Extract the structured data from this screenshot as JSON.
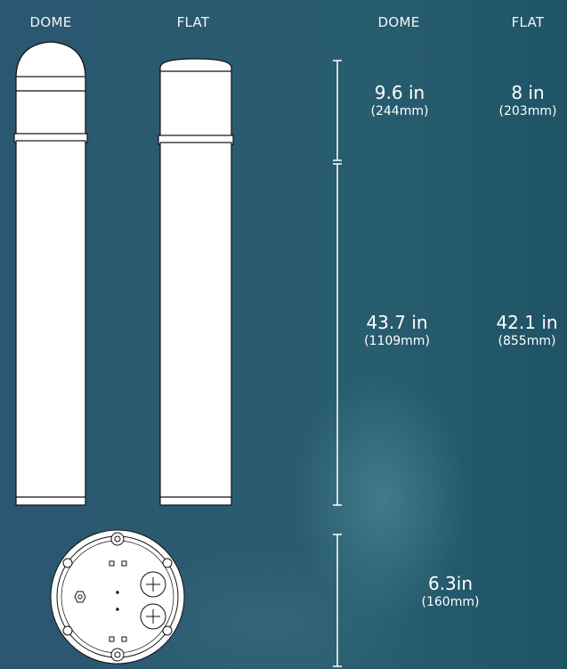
{
  "headers": {
    "left_dome": "DOME",
    "left_flat": "FLAT",
    "right_dome": "DOME",
    "right_flat": "FLAT"
  },
  "dimensions": {
    "head": {
      "dome_in": "9.6 in",
      "dome_mm": "(244mm)",
      "flat_in": "8 in",
      "flat_mm": "(203mm)"
    },
    "body": {
      "dome_in": "43.7 in",
      "dome_mm": "(1109mm)",
      "flat_in": "42.1 in",
      "flat_mm": "(855mm)"
    },
    "base": {
      "diameter_in": "6.3in",
      "diameter_mm": "(160mm)"
    }
  },
  "colors": {
    "background": "#285d6f",
    "line": "#ffffff",
    "bollard_fill": "#ffffff",
    "outline": "#111111"
  }
}
